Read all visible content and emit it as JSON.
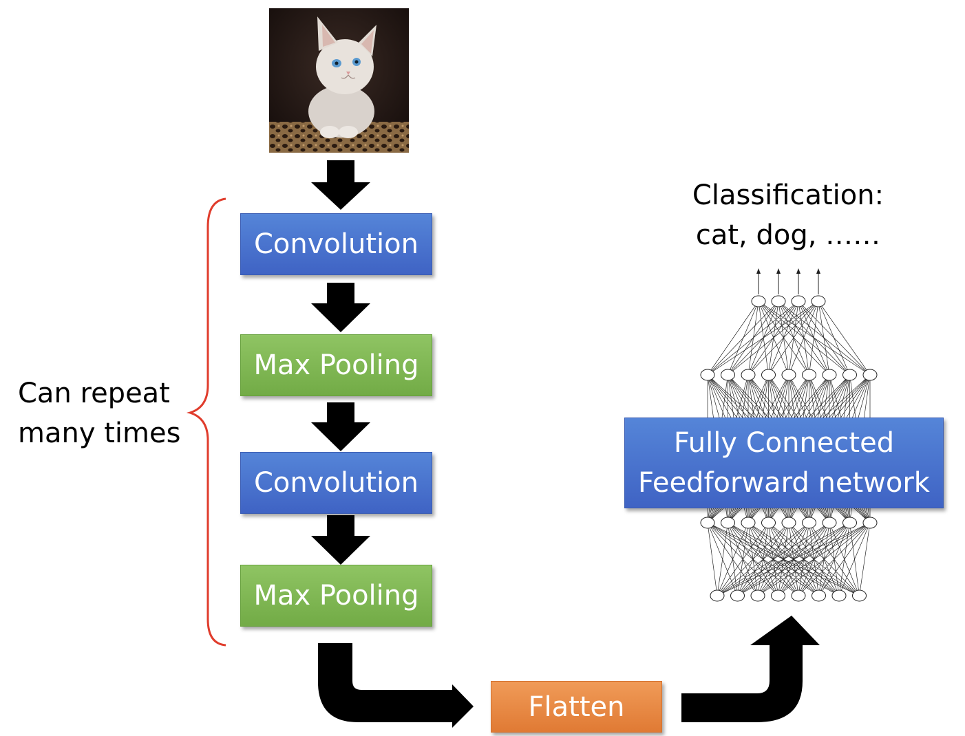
{
  "input_image": {
    "alt": "kitten photo",
    "colors": {
      "background": "#2a1c18",
      "fur": "#e8e2dc",
      "eyes": "#5a9ad0",
      "pattern": "#7a5a3a"
    }
  },
  "steps": [
    {
      "name": "conv-box-1",
      "label": "Convolution",
      "kind": "conv"
    },
    {
      "name": "pool-box-1",
      "label": "Max Pooling",
      "kind": "pool"
    },
    {
      "name": "conv-box-2",
      "label": "Convolution",
      "kind": "conv"
    },
    {
      "name": "pool-box-2",
      "label": "Max Pooling",
      "kind": "pool"
    }
  ],
  "repeat_note": {
    "line1": "Can repeat",
    "line2": "many times"
  },
  "flatten": {
    "label": "Flatten"
  },
  "fully_connected": {
    "line1": "Fully Connected",
    "line2": "Feedforward network"
  },
  "classification": {
    "line1": "Classification:",
    "line2": "cat, dog, ……"
  },
  "network": {
    "layers": [
      4,
      9,
      9,
      8
    ],
    "output_arrows": 4
  },
  "colors": {
    "conv": "#4a72cf",
    "pool": "#7db455",
    "flatten": "#e8843f",
    "brace": "#e03c2c",
    "arrow": "#000000"
  }
}
